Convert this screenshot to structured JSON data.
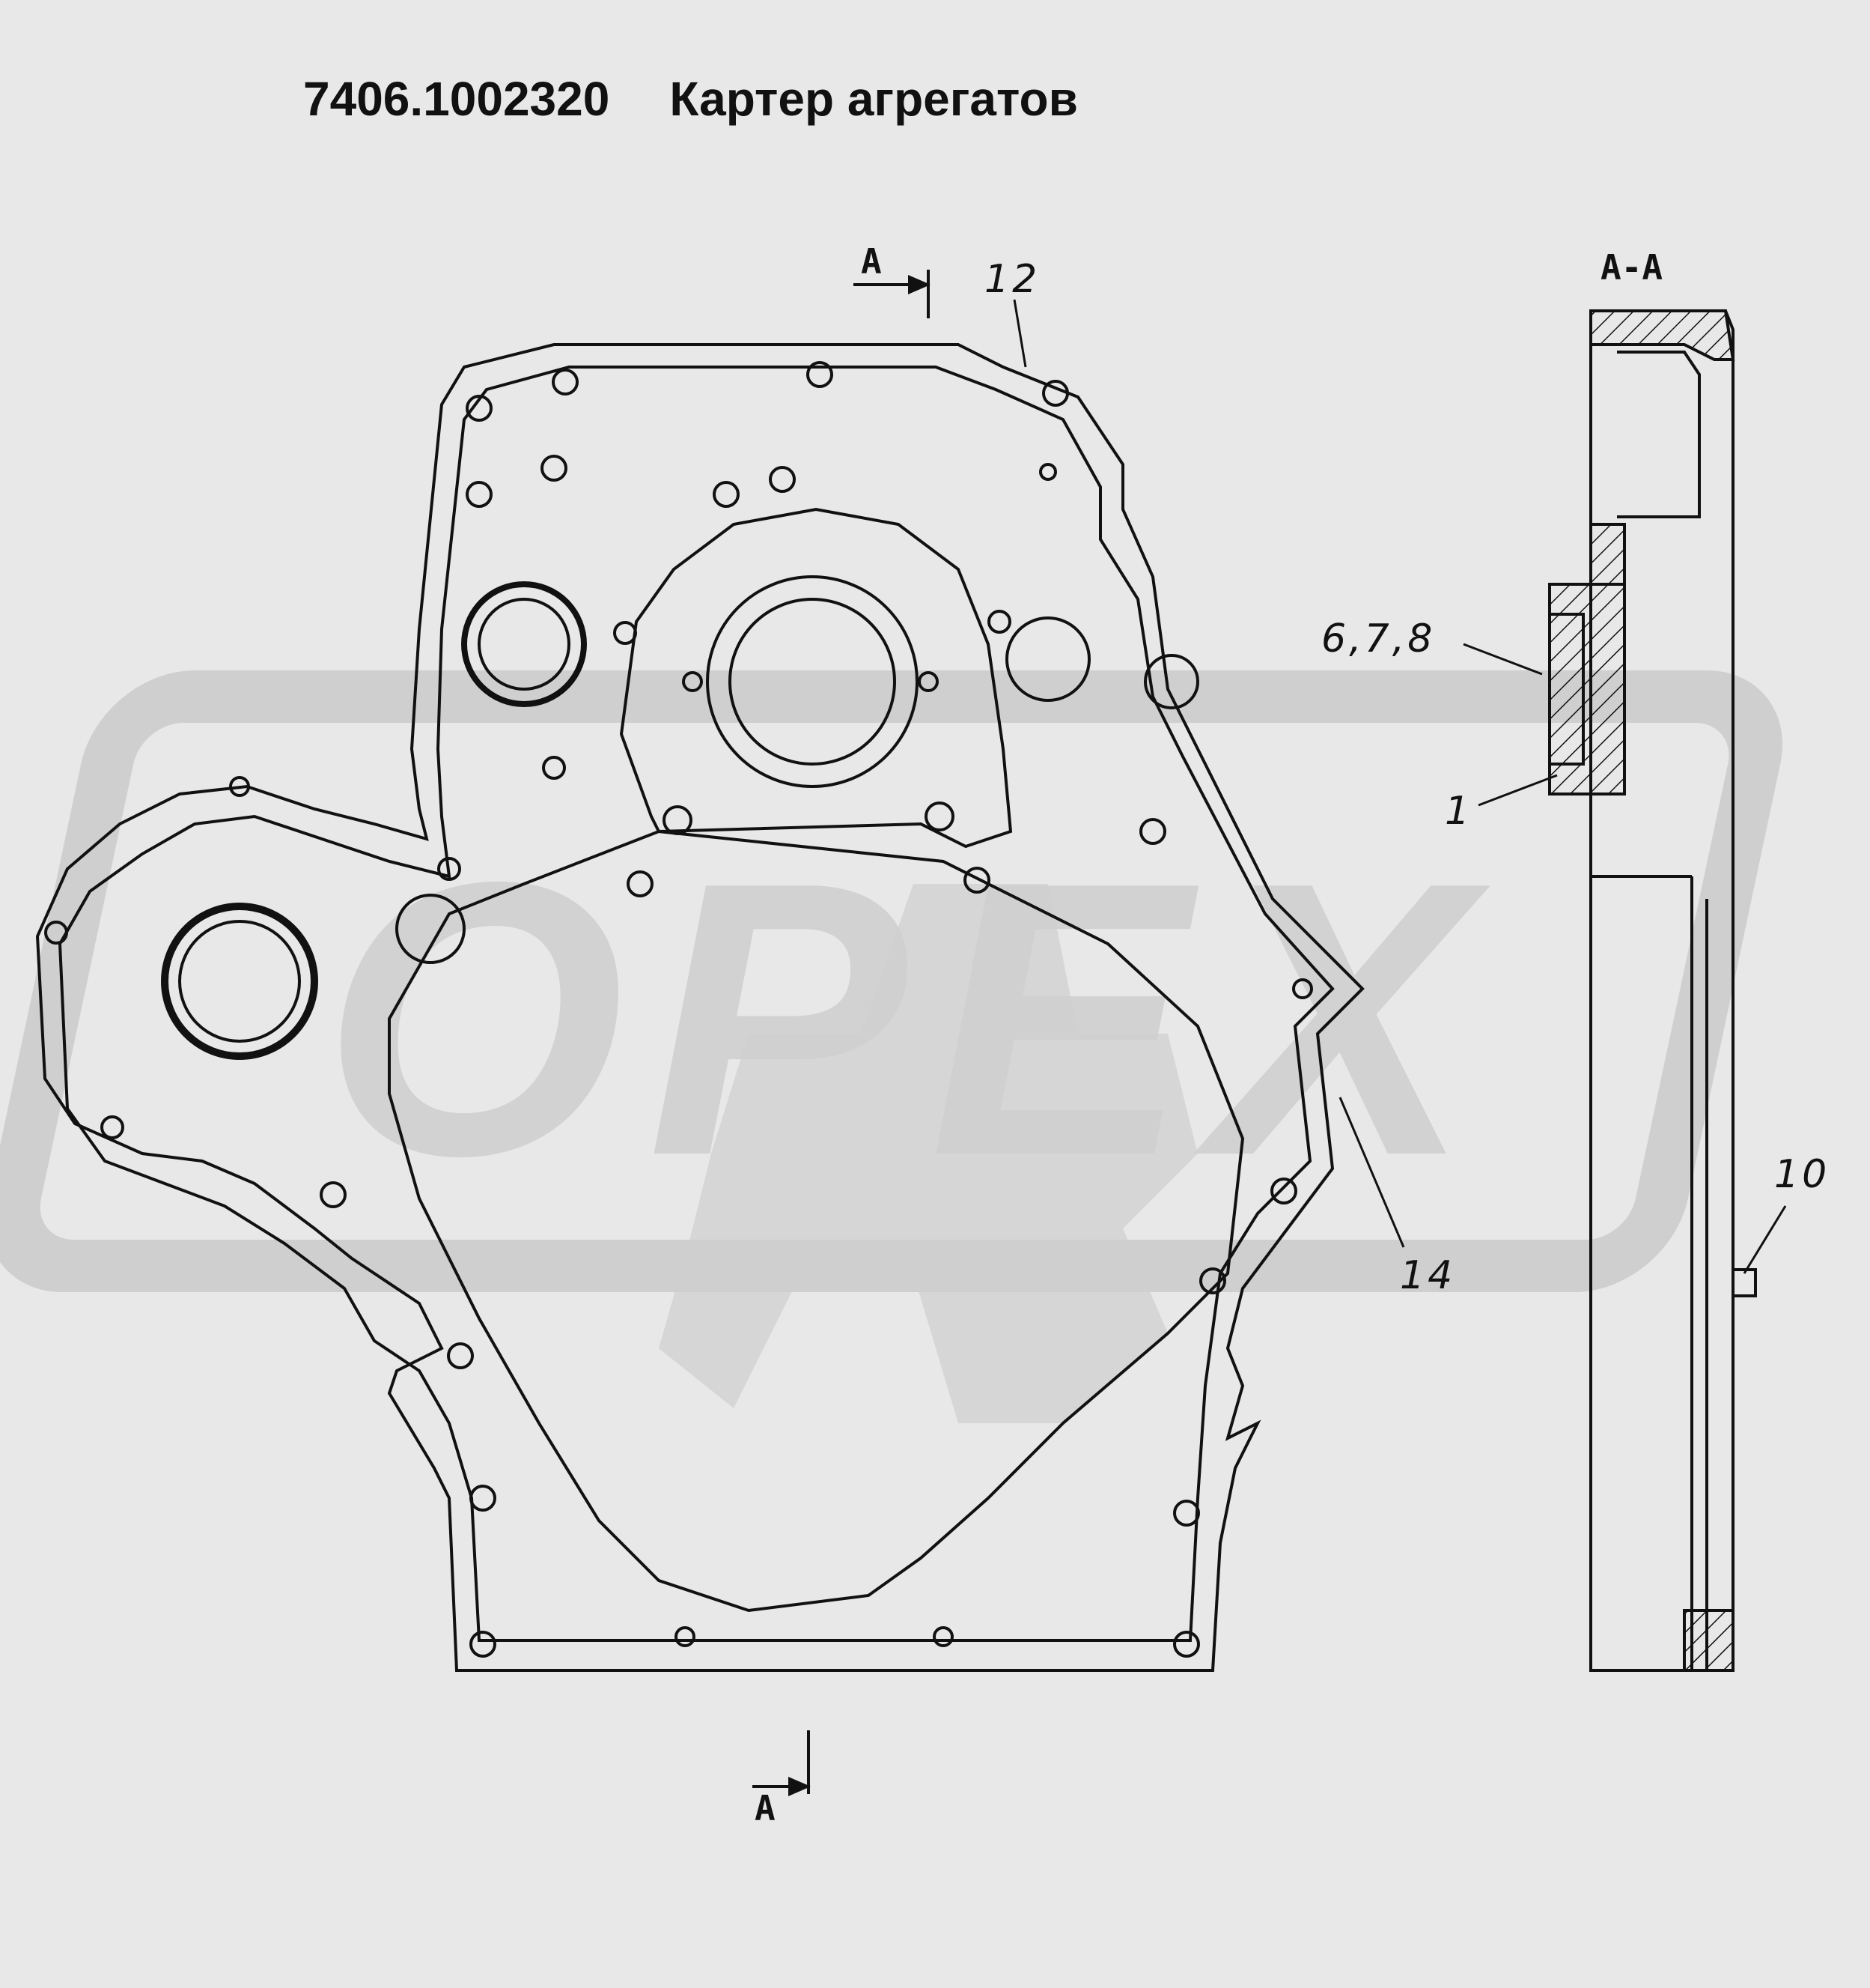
{
  "header": {
    "part_number": "7406.1002320",
    "part_name": "Картер агрегатов"
  },
  "watermark": {
    "text": "OPEX",
    "color": "#cfcfcf"
  },
  "section": {
    "label_top": "A",
    "label_bottom": "A",
    "view_title": "A-A"
  },
  "callouts": {
    "c12": "12",
    "c678": "6,7,8",
    "c1": "1",
    "c14": "14",
    "c10": "10"
  },
  "colors": {
    "background": "#e8e8e8",
    "line": "#111111",
    "watermark": "#cfcfcf"
  }
}
